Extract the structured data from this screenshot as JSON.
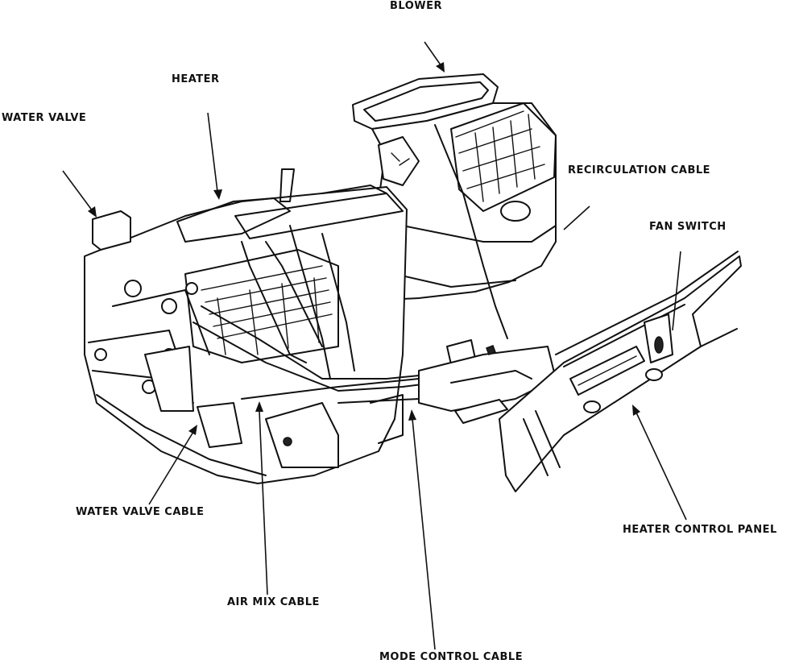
{
  "labels": {
    "blower": "BLOWER",
    "heater": "HEATER",
    "water_valve": "WATER VALVE",
    "recirculation_cable": "RECIRCULATION CABLE",
    "fan_switch": "FAN SWITCH",
    "water_valve_cable": "WATER VALVE CABLE",
    "heater_control_panel": "HEATER CONTROL PANEL",
    "air_mix_cable": "AIR MIX CABLE",
    "mode_control_cable": "MODE CONTROL CABLE"
  }
}
